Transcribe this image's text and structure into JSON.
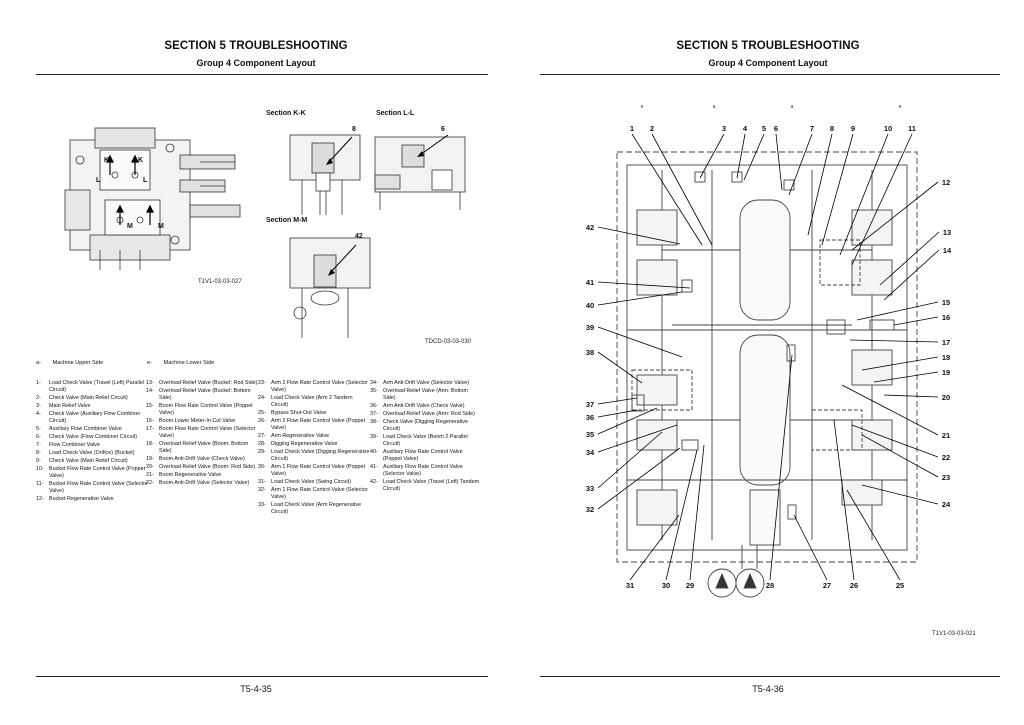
{
  "left_page": {
    "section_title": "SECTION 5 TROUBLESHOOTING",
    "group_title": "Group 4 Component Layout",
    "page_number": "T5-4-35",
    "figure1_code": "T1V1-03-03-027",
    "figure2_code": "TDCD-03-03-030",
    "section_kk": "Section K-K",
    "section_ll": "Section L-L",
    "section_mm": "Section M-M",
    "callout_8": "8",
    "callout_6": "6",
    "callout_42": "42",
    "view_letters": {
      "k1": "K",
      "k2": "K",
      "l1": "L",
      "l2": "L",
      "m1": "M",
      "m2": "M"
    },
    "legend_a": "a-",
    "legend_a_text": "Machine Upper Side",
    "legend_e": "e-",
    "legend_e_text": "Machine Lower Side",
    "legend_columns": [
      [
        {
          "num": "1-",
          "text": "Load Check Valve (Travel (Left) Parallel Circuit)"
        },
        {
          "num": "2-",
          "text": "Check Valve (Main Relief Circuit)"
        },
        {
          "num": "3-",
          "text": "Main Relief Valve"
        },
        {
          "num": "4-",
          "text": "Check Valve (Auxiliary Flow Combiner Circuit)"
        },
        {
          "num": "5-",
          "text": "Auxiliary Flow Combiner Valve"
        },
        {
          "num": "6-",
          "text": "Check Valve (Flow Combiner Circuit)"
        },
        {
          "num": "7-",
          "text": "Flow Combiner Valve"
        },
        {
          "num": "8-",
          "text": "Load Check Valve (Orifice) (Bucket)"
        },
        {
          "num": "9-",
          "text": "Check Valve (Main Relief Circuit)"
        },
        {
          "num": "10-",
          "text": "Bucket Flow Rate Control Valve (Poppet Valve)"
        },
        {
          "num": "11-",
          "text": "Bucket Flow Rate Control Valve (Selector Valve)"
        },
        {
          "num": "12-",
          "text": "Bucket Regenerative Valve"
        }
      ],
      [
        {
          "num": "13-",
          "text": "Overload Relief Valve (Bucket: Rod Side)"
        },
        {
          "num": "14-",
          "text": "Overload Relief Valve (Bucket: Bottom Side)"
        },
        {
          "num": "15-",
          "text": "Boom Flow Rate Control Valve (Poppet Valve)"
        },
        {
          "num": "16-",
          "text": "Boom Lower Meter-In Cut Valve"
        },
        {
          "num": "17-",
          "text": "Boom Flow Rate Control Valve (Selector Valve)"
        },
        {
          "num": "18-",
          "text": "Overload Relief Valve (Boom: Bottom Side)"
        },
        {
          "num": "19-",
          "text": "Boom Anti-Drift Valve (Check Valve)"
        },
        {
          "num": "20-",
          "text": "Overload Relief Valve (Boom: Rod Side)"
        },
        {
          "num": "21-",
          "text": "Boom Regenerative Valve"
        },
        {
          "num": "22-",
          "text": "Boom Anti-Drift Valve (Selector Valve)"
        }
      ],
      [
        {
          "num": "23-",
          "text": "Arm 2 Flow Rate Control Valve (Selector Valve)"
        },
        {
          "num": "24-",
          "text": "Load Check Valve (Arm 2 Tandem Circuit)"
        },
        {
          "num": "25-",
          "text": "Bypass Shut-Out Valve"
        },
        {
          "num": "26-",
          "text": "Arm 2 Flow Rate Control Valve (Poppet Valve)"
        },
        {
          "num": "27-",
          "text": "Arm Regenerative Valve"
        },
        {
          "num": "28-",
          "text": "Digging Regenerative Valve"
        },
        {
          "num": "29-",
          "text": "Load Check Valve (Digging Regenerative Circuit)"
        },
        {
          "num": "30-",
          "text": "Arm 1 Flow Rate Control Valve (Poppet Valve)"
        },
        {
          "num": "31-",
          "text": "Load Check Valve (Swing Circuit)"
        },
        {
          "num": "32-",
          "text": "Arm 1 Flow Rate Control Valve (Selector Valve)"
        },
        {
          "num": "33-",
          "text": "Load Check Valve (Arm Regenerative Circuit)"
        }
      ],
      [
        {
          "num": "34-",
          "text": "Arm Anti-Drift Valve (Selector Valve)"
        },
        {
          "num": "35-",
          "text": "Overload Relief Valve (Arm: Bottom Side)"
        },
        {
          "num": "36-",
          "text": "Arm Anti-Drift Valve (Check Valve)"
        },
        {
          "num": "37-",
          "text": "Overload Relief Valve (Arm: Rod Side)"
        },
        {
          "num": "38-",
          "text": "Check Valve (Digging Regenerative Circuit)"
        },
        {
          "num": "39-",
          "text": "Load Check Valve (Boom 2 Parallel Circuit)"
        },
        {
          "num": "40-",
          "text": "Auxiliary Flow Rate Control Valve (Poppet Valve)"
        },
        {
          "num": "41-",
          "text": "Auxiliary Flow Rate Control Valve (Selector Valve)"
        },
        {
          "num": "42-",
          "text": "Load Check Valve (Travel (Left) Tandem Circuit)"
        }
      ]
    ]
  },
  "right_page": {
    "section_title": "SECTION 5 TROUBLESHOOTING",
    "group_title": "Group 4 Component Layout",
    "page_number": "T5-4-36",
    "figure_code": "T1V1-03-03-021",
    "side_labels": [
      "e",
      "a",
      "a",
      "e"
    ],
    "top_callouts": [
      "1",
      "2",
      "3",
      "4",
      "5",
      "6",
      "7",
      "8",
      "9",
      "10",
      "11"
    ],
    "right_callouts": [
      "12",
      "13",
      "14",
      "15",
      "16",
      "17",
      "18",
      "19",
      "20",
      "21",
      "22",
      "23",
      "24"
    ],
    "bottom_callouts": [
      "31",
      "30",
      "29",
      "28",
      "27",
      "26",
      "25"
    ],
    "left_callouts": [
      "42",
      "41",
      "40",
      "39",
      "38",
      "37",
      "36",
      "35",
      "34",
      "33",
      "32"
    ]
  }
}
